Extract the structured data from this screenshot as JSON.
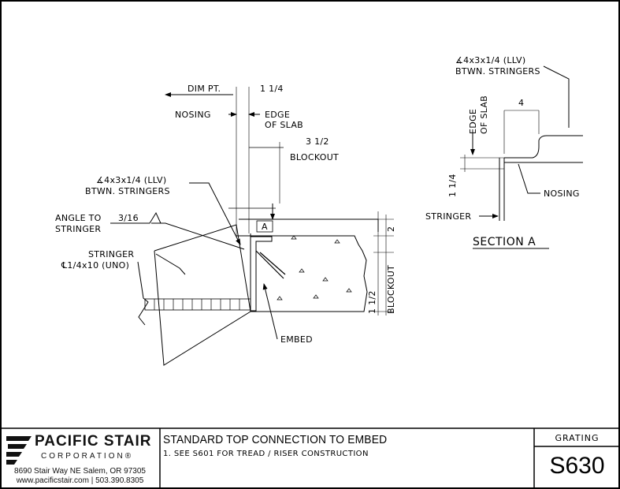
{
  "drawing": {
    "labels": {
      "dim_pt": "DIM PT.",
      "dim_1_1_4": "1 1/4",
      "nosing": "NOSING",
      "edge_of_slab_1": "EDGE",
      "edge_of_slab_2": "OF SLAB",
      "dim_3_1_2": "3 1/2",
      "blockout": "BLOCKOUT",
      "angle_1": "∡4x3x1/4 (LLV)",
      "angle_2": "BTWN. STRINGERS",
      "angle_to_1": "ANGLE TO",
      "angle_to_2": "STRINGER",
      "weld_size": "3/16",
      "section_tag": "A",
      "dim_2": "2",
      "stringer_1": "STRINGER",
      "stringer_2": "℄1/4x10 (UNO)",
      "dim_1_1_2": "1 1/2",
      "blockout_vert": "BLOCKOUT",
      "embed": "EMBED"
    },
    "section_a": {
      "angle_1": "∡4x3x1/4 (LLV)",
      "angle_2": "BTWN. STRINGERS",
      "edge_1": "EDGE",
      "edge_2": "OF SLAB",
      "dim_4": "4",
      "dim_1_1_4": "1 1/4",
      "nosing": "NOSING",
      "stringer": "STRINGER",
      "title": "SECTION A"
    }
  },
  "title_block": {
    "company": "PACIFIC STAIR",
    "company_sub": "CORPORATION®",
    "address": "8690 Stair Way NE Salem, OR 97305",
    "web_phone": "www.pacificstair.com  |  503.390.8305",
    "title": "STANDARD TOP CONNECTION TO EMBED",
    "note": "1.  SEE S601 FOR TREAD / RISER CONSTRUCTION",
    "category": "GRATING",
    "sheet_number": "S630"
  }
}
